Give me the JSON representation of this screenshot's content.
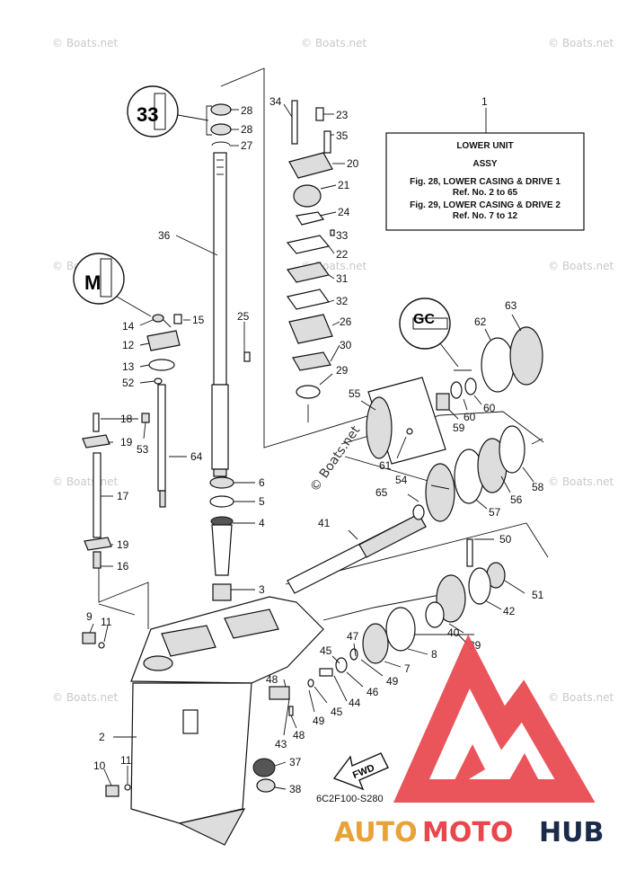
{
  "title_box": {
    "ref": "1",
    "line1": "LOWER UNIT",
    "line2": "ASSY",
    "line3": "Fig. 28, LOWER CASING & DRIVE 1",
    "line4": "Ref. No. 2 to 65",
    "line5": "Fig. 29, LOWER CASING & DRIVE 2",
    "line6": "Ref. No. 7 to 12"
  },
  "diagram_code": "6C2F100-S280",
  "fwd_label": "FWD",
  "watermark": "© Boats.net",
  "brand": {
    "part1": "AUTO",
    "part2": "MOTO",
    "part3": "HUB",
    "color1": "#e8a23a",
    "color2": "#1a2a4a",
    "logo_color": "#e8474d"
  },
  "callouts": {
    "n28a": "28",
    "n28b": "28",
    "n27": "27",
    "n34": "34",
    "n23": "23",
    "n35": "35",
    "n20": "20",
    "n21": "21",
    "n24": "24",
    "n33": "33",
    "n22": "22",
    "n31": "31",
    "n32": "32",
    "n26": "26",
    "n30": "30",
    "n29": "29",
    "n36": "36",
    "n25": "25",
    "n14": "14",
    "n15": "15",
    "n12": "12",
    "n13": "13",
    "n52": "52",
    "n18": "18",
    "n19a": "19",
    "n53": "53",
    "n64": "64",
    "n17": "17",
    "n19b": "19",
    "n16": "16",
    "n9": "9",
    "n11a": "11",
    "n6": "6",
    "n5": "5",
    "n4": "4",
    "n3": "3",
    "n55": "55",
    "n63": "63",
    "n62": "62",
    "n59": "59",
    "n60a": "60",
    "n60b": "60",
    "n61": "61",
    "n54": "54",
    "n65": "65",
    "n58": "58",
    "n56": "56",
    "n57": "57",
    "n41": "41",
    "n50": "50",
    "n51": "51",
    "n42": "42",
    "n40": "40",
    "n39": "39",
    "n47": "47",
    "n45a": "45",
    "n8": "8",
    "n7": "7",
    "n49a": "49",
    "n46": "46",
    "n44": "44",
    "n48a": "48",
    "n45b": "45",
    "n49b": "49",
    "n43": "43",
    "n48b": "48",
    "n2": "2",
    "n37": "37",
    "n10": "10",
    "n11b": "11",
    "n38": "38"
  }
}
